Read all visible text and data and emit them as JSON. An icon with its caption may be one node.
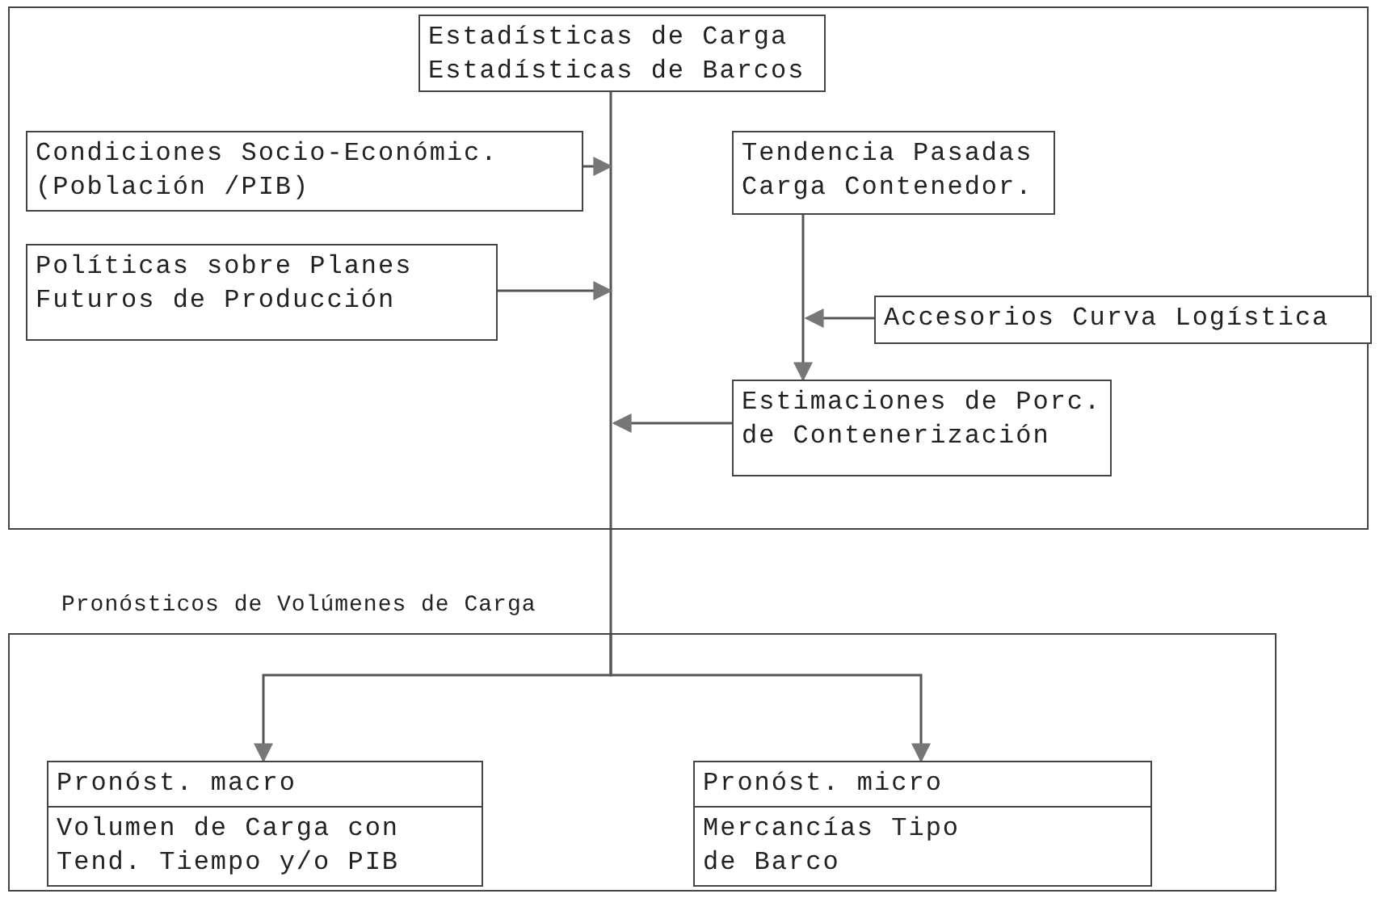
{
  "diagram": {
    "nodes": [
      {
        "text": [],
        "shape": "box"
      },
      {
        "text": [
          "Estadísticas de Carga Estadísticas de Barcos"
        ],
        "in": 0
      },
      {
        "text": [
          "Condiciones Socio-Económic. (Población /PIB)"
        ],
        "in": 0
      },
      {
        "text": [
          "Tendencia Pasadas Carga Contenedor."
        ],
        "in": 0
      },
      {
        "text": [
          "Políticas sobre Planes Futuros de Producción"
        ],
        "in": 0
      },
      {
        "text": [
          "Accesorios Curva Logística"
        ],
        "in": 0
      },
      {
        "text": [
          "Estimaciones de Porc. de Contenerización"
        ],
        "in": 0
      },
      {
        "text": [
          "Pronósticos de Volúmenes de Carga"
        ]
      },
      {
        "text": [
          "Pronóst. macro",
          "Volumen de Carga con Tend. Tiempo y/o PIB"
        ],
        "in": 7
      },
      {
        "text": [
          "Pronóst. micro",
          "Mercancías Tipo de Barco"
        ],
        "in": 7
      }
    ],
    "edges": [
      {
        "from": 1,
        "to": 7,
        "arrow": "none"
      },
      {
        "from": 2,
        "to": null,
        "arrow": "to"
      },
      {
        "from": 4,
        "to": null,
        "arrow": "to"
      },
      {
        "from": 3,
        "to": 6,
        "arrow": "to"
      },
      {
        "from": 5,
        "to": null,
        "arrow": "to"
      },
      {
        "from": 6,
        "to": null,
        "arrow": "to"
      },
      {
        "from": 7,
        "to": 8,
        "arrow": "to"
      },
      {
        "from": 7,
        "to": 9,
        "arrow": "to"
      }
    ]
  }
}
